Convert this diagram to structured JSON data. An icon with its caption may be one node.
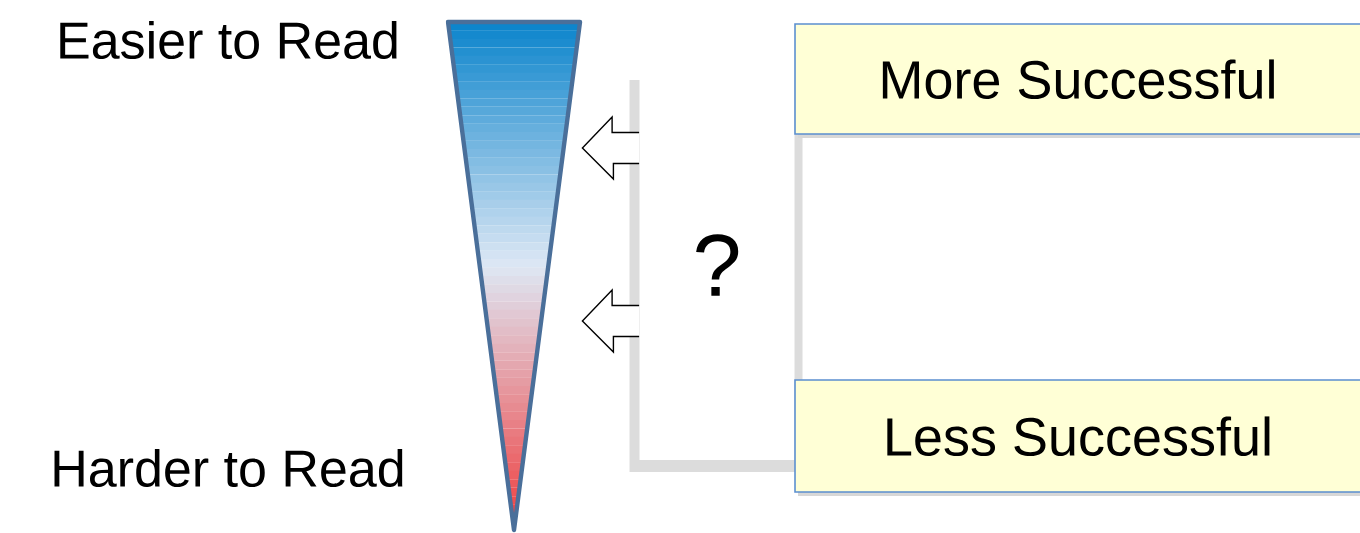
{
  "diagram": {
    "nodes": [
      {
        "text": [],
        "shape": "triangle",
        "beside": [
          "Easier to Read",
          "Harder to Read"
        ]
      },
      {
        "text": [
          "?"
        ]
      },
      {
        "text": [
          "More Successful"
        ]
      },
      {
        "text": [
          "Less Successful"
        ]
      }
    ],
    "edges": [
      {
        "from": 1,
        "to": 0,
        "arrow": "to"
      },
      {
        "from": 1,
        "to": 0,
        "arrow": "to"
      }
    ]
  }
}
